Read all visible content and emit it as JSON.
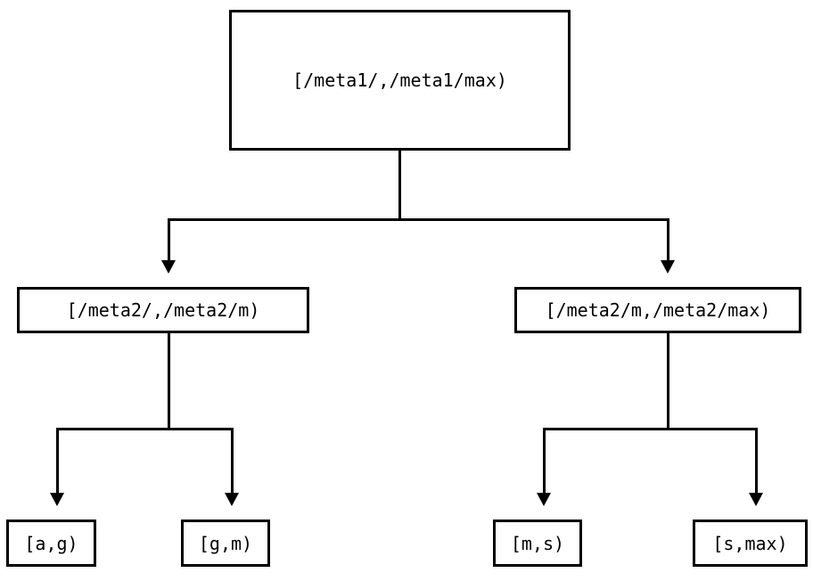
{
  "diagram": {
    "type": "tree",
    "title": "",
    "nodes": {
      "root": {
        "label": "[/meta1/,/meta1/max)",
        "level": 0
      },
      "level2_left": {
        "label": "[/meta2/,/meta2/m)",
        "level": 1
      },
      "level2_right": {
        "label": "[/meta2/m,/meta2/max)",
        "level": 1
      },
      "leaf_1": {
        "label": "[a,g)",
        "level": 2
      },
      "leaf_2": {
        "label": "[g,m)",
        "level": 2
      },
      "leaf_3": {
        "label": "[m,s)",
        "level": 2
      },
      "leaf_4": {
        "label": "[s,max)",
        "level": 2
      }
    },
    "edges": [
      {
        "from": "root",
        "to": "level2_left",
        "arrow": "down"
      },
      {
        "from": "root",
        "to": "level2_right",
        "arrow": "down"
      },
      {
        "from": "level2_left",
        "to": "leaf_1",
        "arrow": "down"
      },
      {
        "from": "level2_left",
        "to": "leaf_2",
        "arrow": "down"
      },
      {
        "from": "level2_right",
        "to": "leaf_3",
        "arrow": "down"
      },
      {
        "from": "level2_right",
        "to": "leaf_4",
        "arrow": "down"
      }
    ],
    "colors": {
      "background": "#ffffff",
      "stroke": "#000000",
      "text": "#000000",
      "node_fill": "#ffffff"
    }
  }
}
